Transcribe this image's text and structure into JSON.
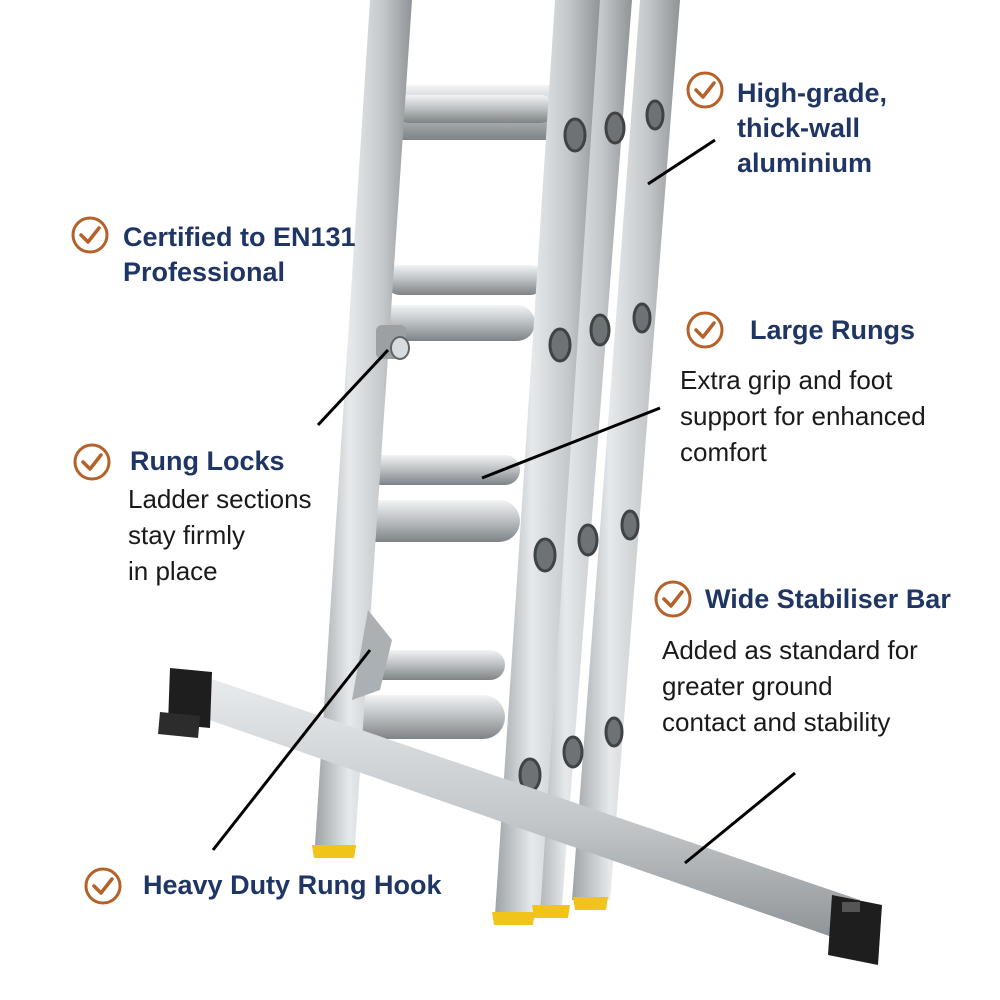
{
  "colors": {
    "heading": "#1f3564",
    "body_text": "#1a1a1a",
    "check_icon": "#b5612a",
    "aluminium": "#c9cdd0",
    "end_caps": "#f0c419",
    "stabiliser_feet": "#1e1e1e"
  },
  "features": [
    {
      "id": "aluminium",
      "icon": "check-circle-icon",
      "title_lines": [
        "High-grade,",
        "thick-wall",
        "aluminium"
      ]
    },
    {
      "id": "certified",
      "icon": "check-circle-icon",
      "title_lines": [
        "Certified to EN131",
        "Professional"
      ]
    },
    {
      "id": "large-rungs",
      "icon": "check-circle-icon",
      "title_lines": [
        "Large Rungs"
      ],
      "desc_lines": [
        "Extra grip and foot",
        "support for enhanced",
        "comfort"
      ]
    },
    {
      "id": "rung-locks",
      "icon": "check-circle-icon",
      "title_lines": [
        "Rung Locks"
      ],
      "desc_lines": [
        "Ladder sections",
        "stay firmly",
        "in place"
      ]
    },
    {
      "id": "stabiliser-bar",
      "icon": "check-circle-icon",
      "title_lines": [
        "Wide Stabiliser Bar"
      ],
      "desc_lines": [
        "Added as standard for",
        "greater ground",
        "contact and stability"
      ]
    },
    {
      "id": "rung-hook",
      "icon": "check-circle-icon",
      "title_lines": [
        "Heavy Duty Rung Hook"
      ]
    }
  ]
}
